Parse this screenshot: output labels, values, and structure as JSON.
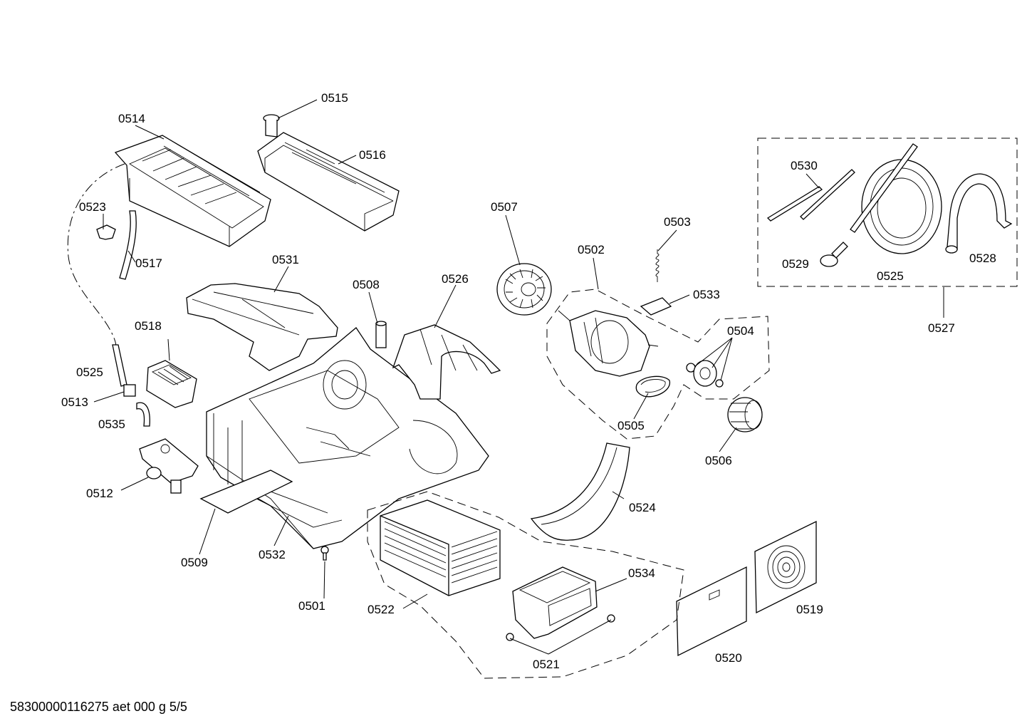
{
  "labels": {
    "p0501": "0501",
    "p0502": "0502",
    "p0503": "0503",
    "p0504": "0504",
    "p0505": "0505",
    "p0506": "0506",
    "p0507": "0507",
    "p0508": "0508",
    "p0509": "0509",
    "p0512": "0512",
    "p0513": "0513",
    "p0514": "0514",
    "p0515": "0515",
    "p0516": "0516",
    "p0517": "0517",
    "p0518": "0518",
    "p0519": "0519",
    "p0520": "0520",
    "p0521": "0521",
    "p0522": "0522",
    "p0523": "0523",
    "p0524": "0524",
    "p0525a": "0525",
    "p0525b": "0525",
    "p0526": "0526",
    "p0527": "0527",
    "p0528": "0528",
    "p0529": "0529",
    "p0530": "0530",
    "p0531": "0531",
    "p0532": "0532",
    "p0533": "0533",
    "p0534": "0534",
    "p0535": "0535"
  },
  "footer": "58300000116275 aet 000 g 5/5"
}
